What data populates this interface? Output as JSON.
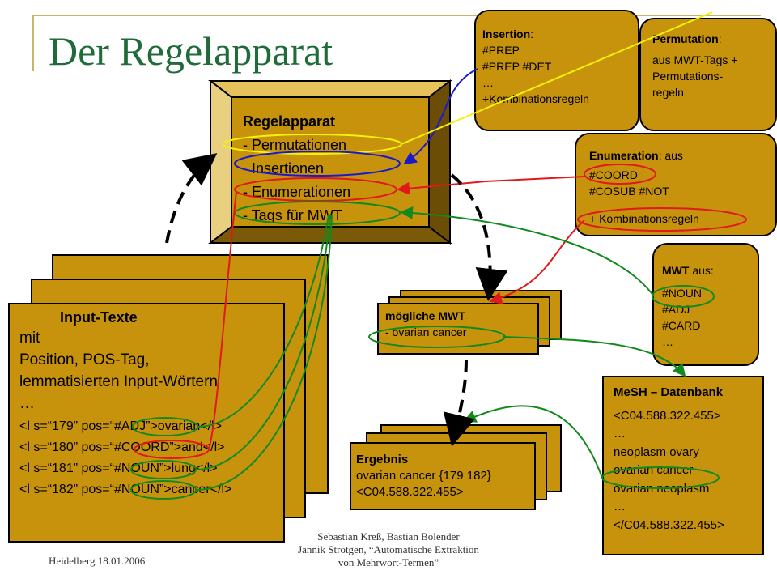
{
  "title": "Der Regelapparat",
  "regelapparat": {
    "header": "Regelapparat",
    "items": [
      "- Permutationen",
      "- Insertionen",
      "- Enumerationen",
      "- Tags für MWT"
    ]
  },
  "insertion": {
    "label": "Insertion",
    "lines": [
      "#PREP",
      "#PREP #DET",
      "…",
      "+Kombinationsregeln"
    ]
  },
  "permutation": {
    "label": "Permutation",
    "lines": [
      "aus MWT-Tags +",
      "Permutations-",
      "regeln"
    ]
  },
  "enumeration": {
    "label": "Enumeration",
    "suffix": ": aus",
    "lines": [
      "#COORD",
      "#COSUB #NOT",
      "+ Kombinationsregeln"
    ]
  },
  "mwt": {
    "label": "MWT",
    "suffix": " aus:",
    "lines": [
      "#NOUN",
      "#ADJ",
      "#CARD",
      "…"
    ]
  },
  "moegliche": {
    "header": "mögliche MWT",
    "line": "- ovarian cancer"
  },
  "mesh": {
    "header": "MeSH – Datenbank",
    "lines": [
      "<C04.588.322.455>",
      "…",
      "neoplasm ovary",
      "ovarian cancer",
      "ovarian neoplasm",
      "…",
      "</C04.588.322.455>"
    ]
  },
  "ergebnis": {
    "header": "Ergebnis",
    "lines": [
      "ovarian cancer {179 182}",
      "<C04.588.322.455>"
    ]
  },
  "input": {
    "header": "Input-Texte",
    "lines": [
      "mit",
      "Position, POS-Tag,",
      "lemmatisierten Input-Wörtern",
      "…"
    ],
    "xml": [
      "<l s=“179” pos=“#ADJ”>ovarian</l>",
      "<l s=“180” pos=“#COORD”>and</l>",
      "<l s=“181” pos=“#NOUN”>lung</l>",
      "<l s=“182” pos=“#NOUN”>cancer</l>"
    ]
  },
  "footer": {
    "left": "Heidelberg 18.01.2006",
    "center": [
      "Sebastian Kreß, Bastian Bolender",
      "Jannik Strötgen, “Automatische Extraktion",
      "von Mehrwort-Termen”"
    ]
  },
  "colors": {
    "box": "#c8930c",
    "title": "#1f6b3a",
    "blue": "#1a1acc",
    "red": "#e01a1a",
    "green": "#12891c",
    "yellow": "#f2f20a"
  }
}
